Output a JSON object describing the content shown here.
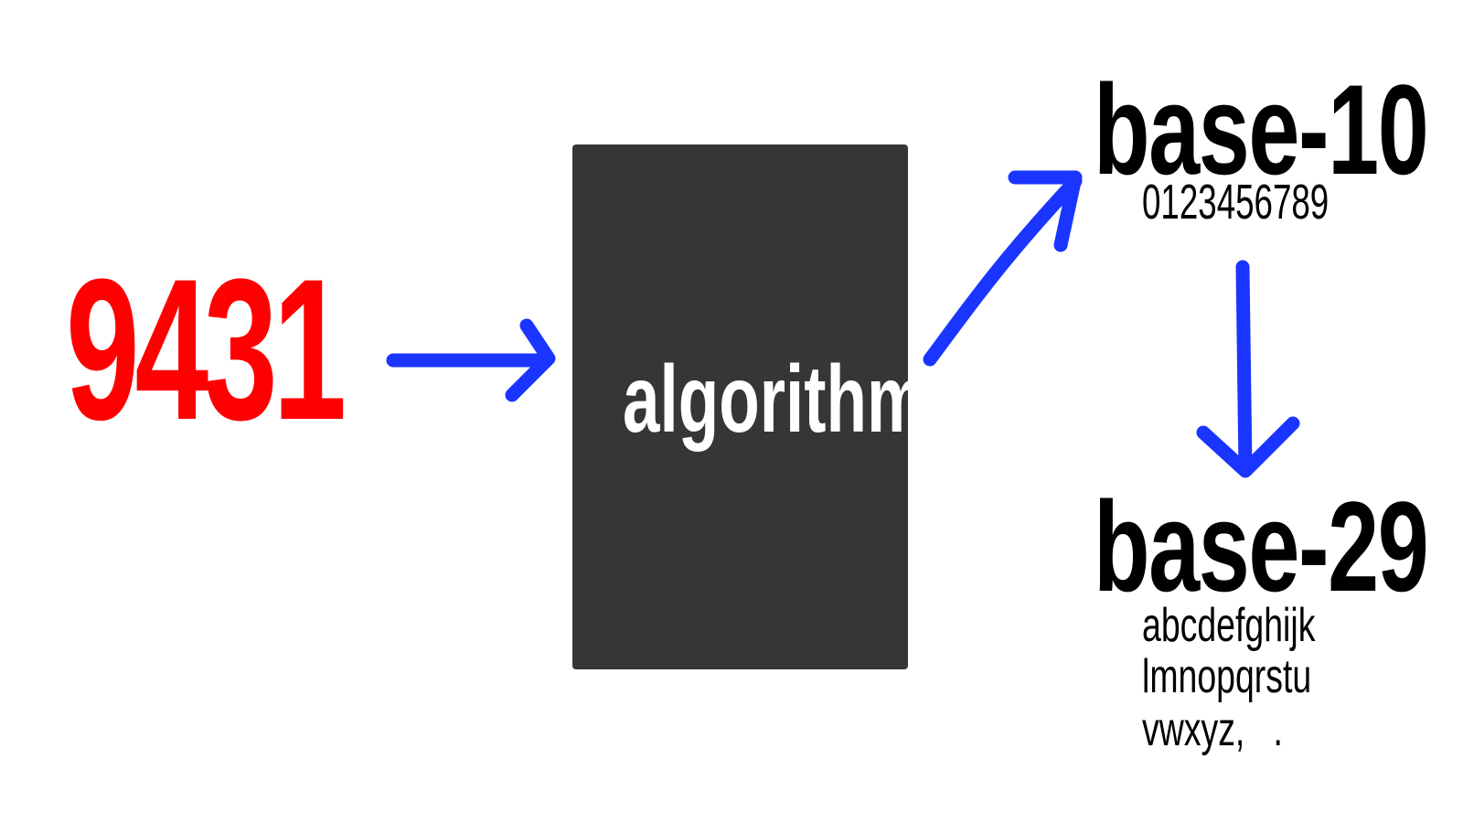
{
  "input": {
    "number": "9431",
    "color": "#ff0000"
  },
  "algorithm": {
    "label": "algorithm",
    "box_color": "#363636"
  },
  "base10": {
    "title": "base-10",
    "digits": "0123456789"
  },
  "base29": {
    "title": "base-29",
    "symbols_line1": "abcdefghijk",
    "symbols_line2": "lmnopqrstu",
    "symbols_line3": "vwxyz,   ."
  },
  "arrow_color": "#1a35ff"
}
